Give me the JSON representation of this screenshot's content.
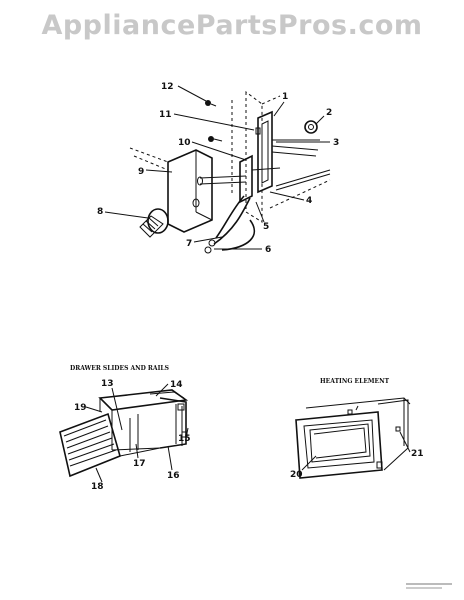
{
  "watermark": "AppliancePartsPros.com",
  "sections": {
    "drawer": "DRAWER SLIDES AND RAILS",
    "heating": "HEATING ELEMENT"
  },
  "callouts": [
    "1",
    "2",
    "3",
    "4",
    "5",
    "6",
    "7",
    "8",
    "9",
    "10",
    "11",
    "12",
    "13",
    "14",
    "15",
    "16",
    "17",
    "18",
    "19",
    "20",
    "21"
  ]
}
